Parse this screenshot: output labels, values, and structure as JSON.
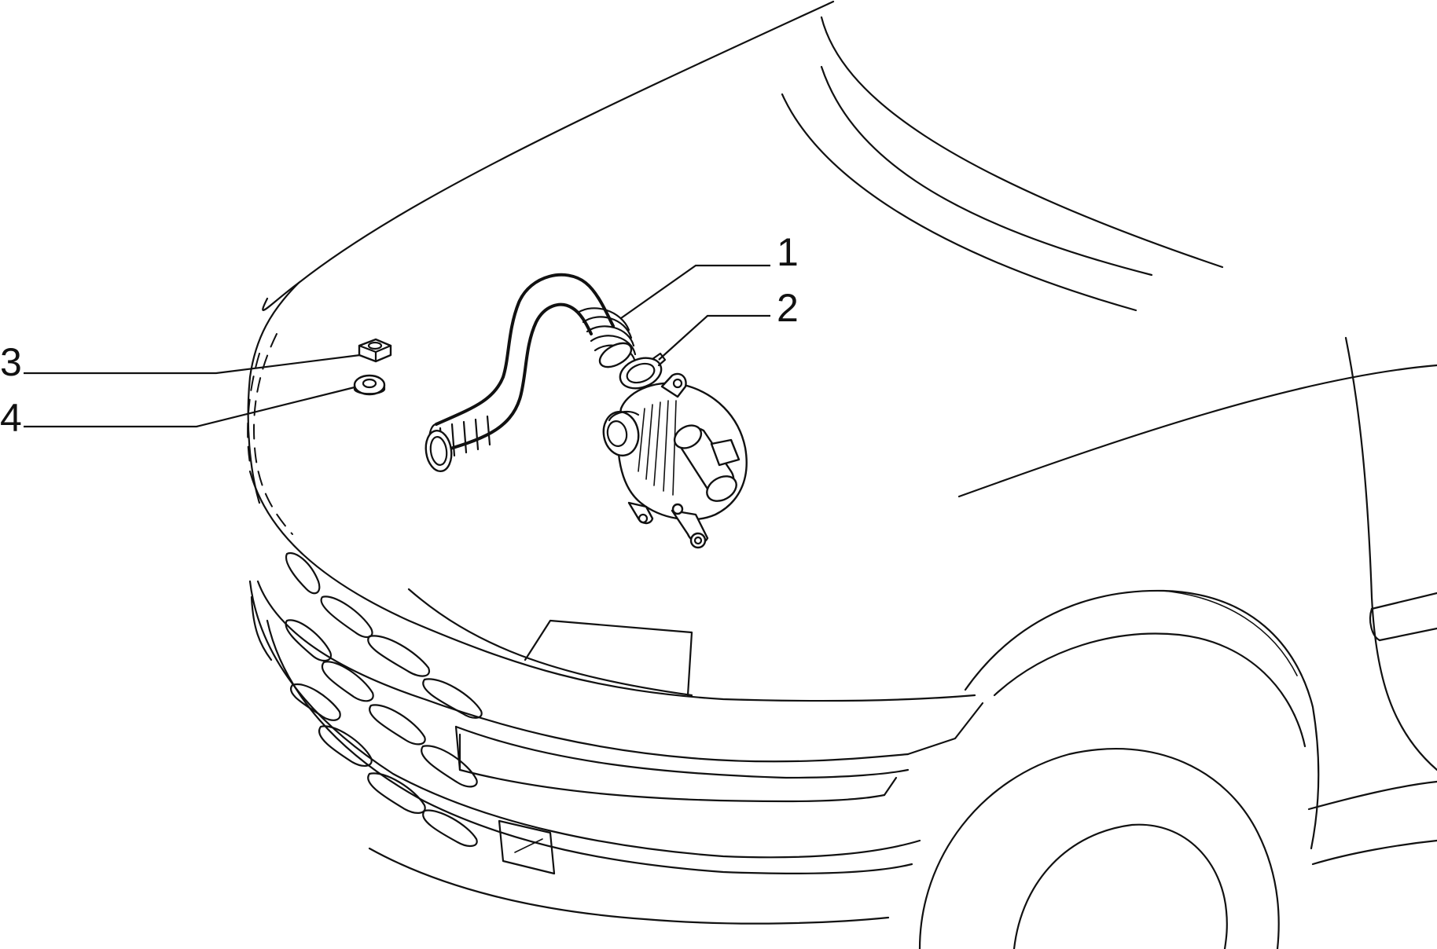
{
  "callouts": [
    {
      "id": "1",
      "label": "1",
      "part": "hose"
    },
    {
      "id": "2",
      "label": "2",
      "part": "hose-clamp"
    },
    {
      "id": "3",
      "label": "3",
      "part": "nut"
    },
    {
      "id": "4",
      "label": "4",
      "part": "washer"
    }
  ],
  "colors": {
    "line": "#111111",
    "background": "#ffffff"
  }
}
